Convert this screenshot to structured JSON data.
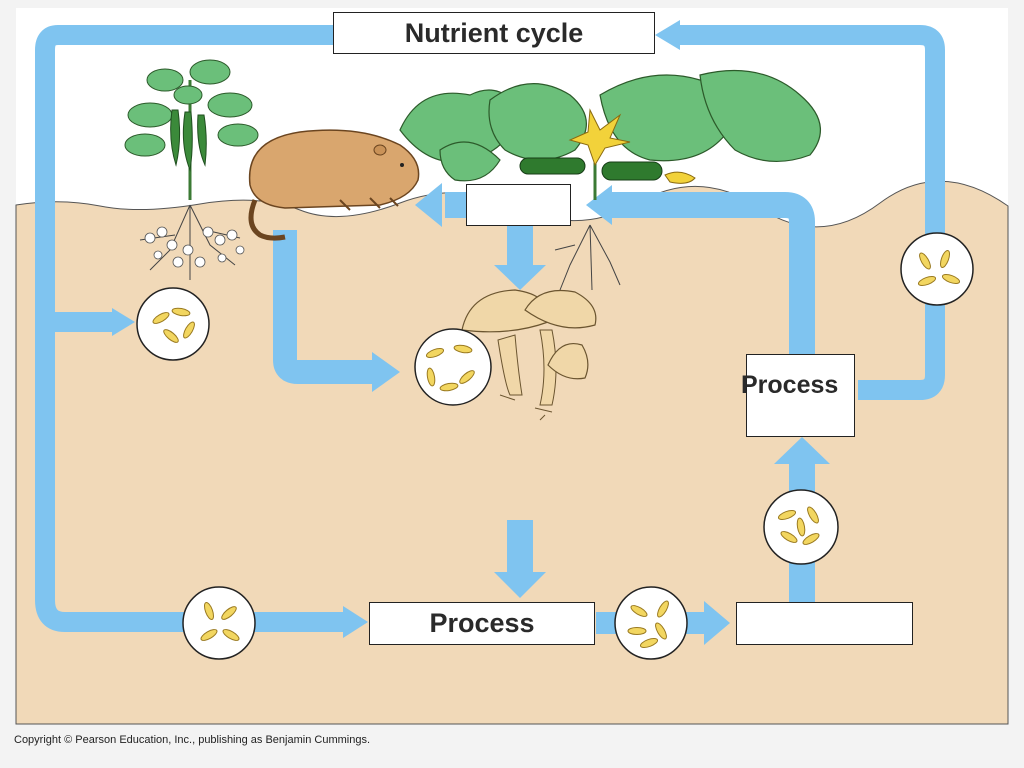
{
  "title": "Nutrient cycle",
  "labels": {
    "top_blank": "",
    "decomposer_box": "",
    "right_process": "Process",
    "bottom_process": "Process",
    "bottom_blank": ""
  },
  "copyright": "Copyright © Pearson Education, Inc., publishing as Benjamin Cummings.",
  "colors": {
    "soil": "#f1d9b8",
    "arrow": "#7fc4f0",
    "leaf": "#6bbf7a",
    "bacteria": "#f2d660",
    "animal": "#d9a66e",
    "mushroom": "#f0d7a8"
  },
  "icons": [
    "bean-plant",
    "gopher",
    "squash-plant",
    "mushrooms",
    "bacteria-circle"
  ]
}
